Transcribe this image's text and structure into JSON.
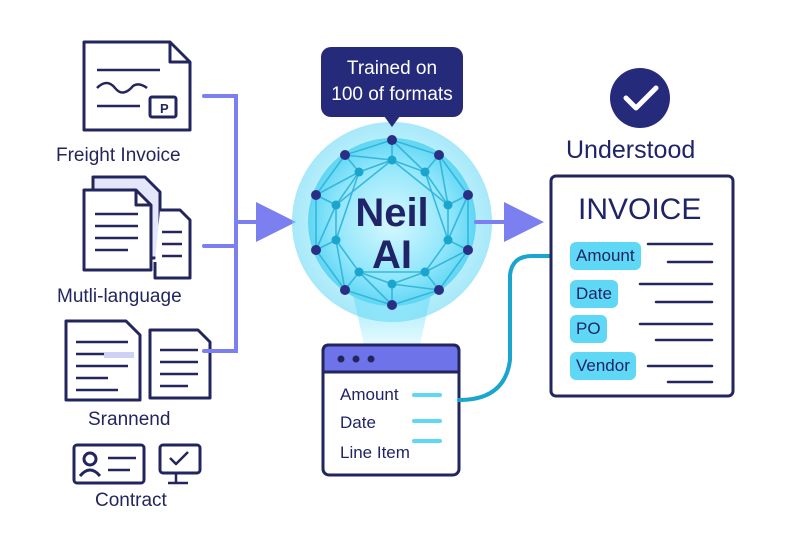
{
  "sources": [
    {
      "label": "Freight Invoice",
      "icon": "freight-invoice-icon"
    },
    {
      "label": "Mutli-language",
      "icon": "multi-language-docs-icon"
    },
    {
      "label": "Srannend",
      "icon": "scanned-doc-icon"
    },
    {
      "label": "Contract",
      "icon": "contract-icon"
    }
  ],
  "bubble": {
    "line1": "Trained on",
    "line2": "100 of formats"
  },
  "ai": {
    "line1": "Neil",
    "line2": "AI"
  },
  "extraction_panel": {
    "fields": [
      "Amount",
      "Date",
      "Line Item"
    ]
  },
  "result": {
    "title": "Understood",
    "document_title": "INVOICE",
    "fields": [
      "Amount",
      "Date",
      "PO",
      "Vendor"
    ]
  },
  "colors": {
    "navy": "#23265e",
    "accent_blue": "#7b7ff0",
    "cyan": "#5fd8f5",
    "node": "#2a2f86"
  }
}
